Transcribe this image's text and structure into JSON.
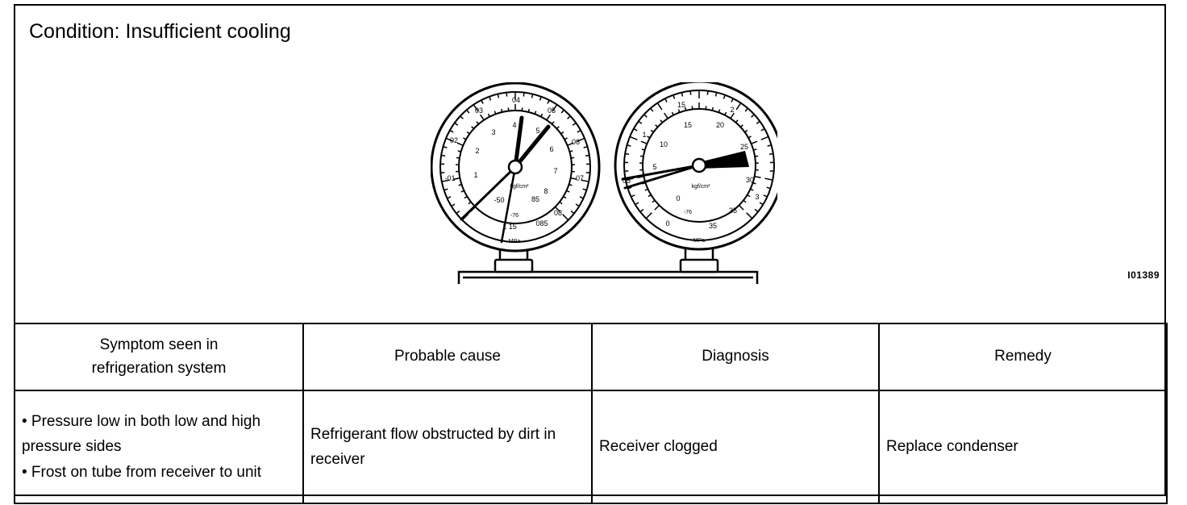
{
  "condition": "Condition: Insufficient cooling",
  "figure_id": "I01389",
  "gauges": {
    "low": {
      "scale_outer": [
        "-01",
        "02",
        "03",
        "04",
        "05",
        "06",
        "07",
        "08",
        "085"
      ],
      "scale_inner": [
        "1",
        "2",
        "3",
        "4",
        "5",
        "6",
        "7",
        "8",
        "85",
        "1 15",
        "-50",
        "-76"
      ],
      "unit_label": "kgf/cm²",
      "unit_bottom": "MPa"
    },
    "high": {
      "scale_outer": [
        "0",
        "05",
        "1",
        "15",
        "2",
        "25",
        "3",
        "35"
      ],
      "scale_inner": [
        "0",
        "5",
        "10",
        "15",
        "20",
        "25",
        "30",
        "35",
        "-76"
      ],
      "unit_label": "kgf/cm²",
      "unit_bottom": "MPa"
    }
  },
  "table": {
    "headers": [
      "Symptom seen in refrigeration system",
      "Probable cause",
      "Diagnosis",
      "Remedy"
    ],
    "symptoms": [
      "• Pressure low in both low and high pressure sides",
      "• Frost on tube from receiver to unit"
    ],
    "cause": "Refrigerant flow obstructed by dirt in receiver",
    "diagnosis": "Receiver clogged",
    "remedy": "Replace condenser"
  }
}
